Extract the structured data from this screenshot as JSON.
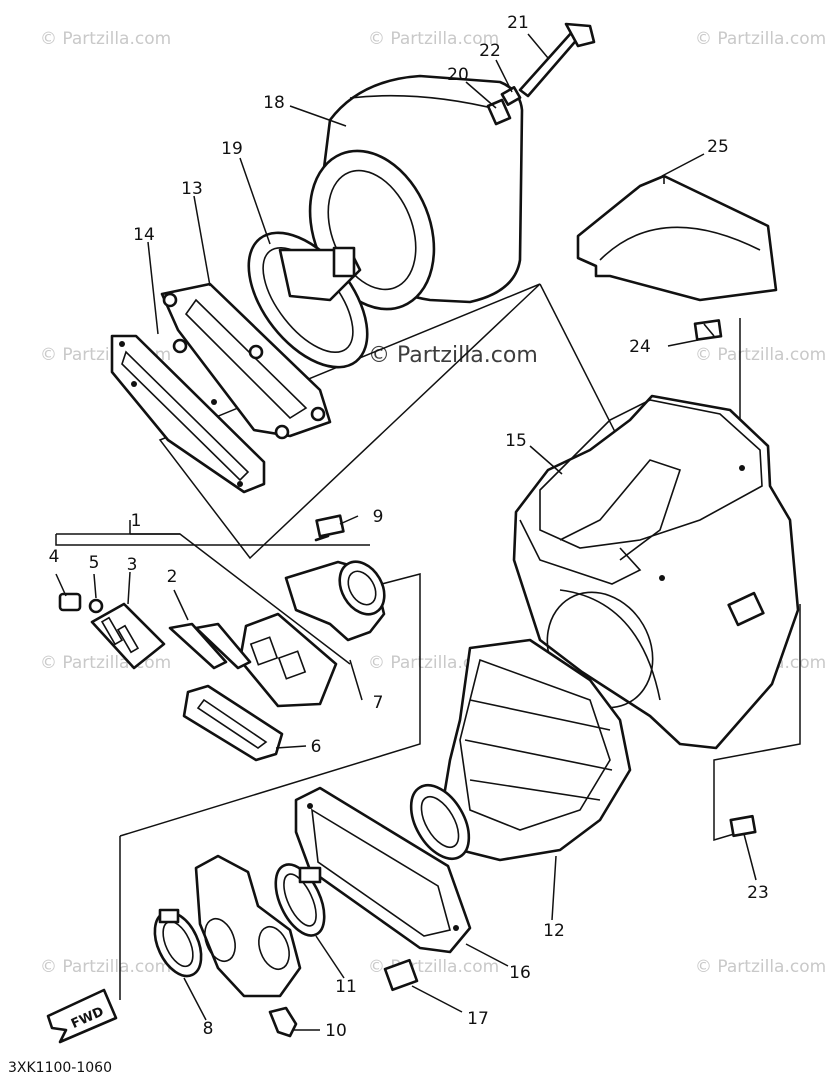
{
  "watermark": {
    "corner_text": "© Partzilla.com",
    "center_text": "© Partzilla.com"
  },
  "diagram_code": "3XK1100-1060",
  "direction_label": "FWD",
  "callouts": [
    {
      "id": "1",
      "text": "1"
    },
    {
      "id": "2",
      "text": "2"
    },
    {
      "id": "3",
      "text": "3"
    },
    {
      "id": "4",
      "text": "4"
    },
    {
      "id": "5",
      "text": "5"
    },
    {
      "id": "6",
      "text": "6"
    },
    {
      "id": "7",
      "text": "7"
    },
    {
      "id": "8",
      "text": "8"
    },
    {
      "id": "9",
      "text": "9"
    },
    {
      "id": "10",
      "text": "10"
    },
    {
      "id": "11",
      "text": "11"
    },
    {
      "id": "12",
      "text": "12"
    },
    {
      "id": "13",
      "text": "13"
    },
    {
      "id": "14",
      "text": "14"
    },
    {
      "id": "15",
      "text": "15"
    },
    {
      "id": "16",
      "text": "16"
    },
    {
      "id": "17",
      "text": "17"
    },
    {
      "id": "18",
      "text": "18"
    },
    {
      "id": "19",
      "text": "19"
    },
    {
      "id": "20",
      "text": "20"
    },
    {
      "id": "21",
      "text": "21"
    },
    {
      "id": "22",
      "text": "22"
    },
    {
      "id": "23",
      "text": "23"
    },
    {
      "id": "24",
      "text": "24"
    },
    {
      "id": "25",
      "text": "25"
    }
  ]
}
